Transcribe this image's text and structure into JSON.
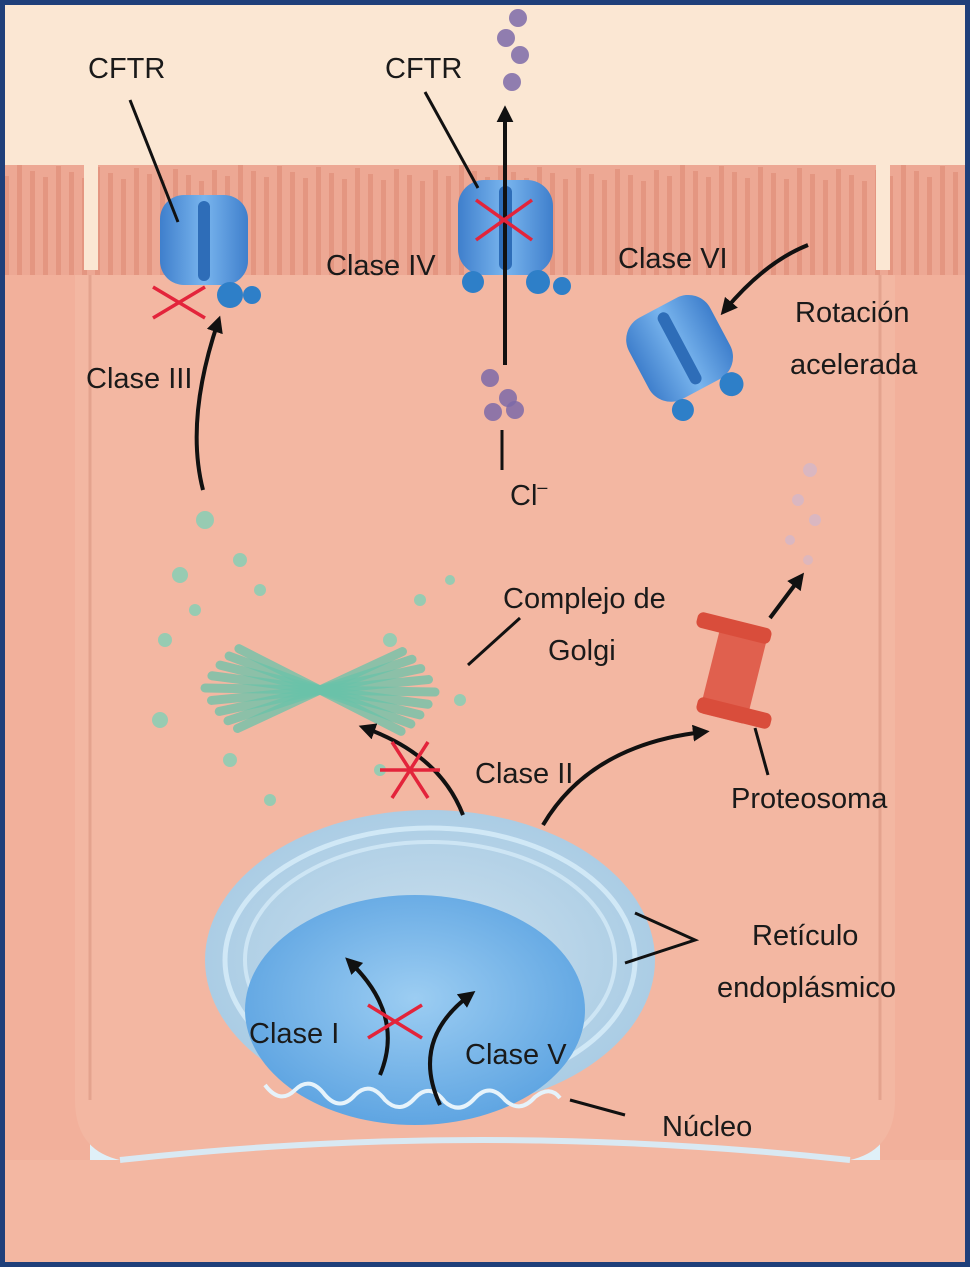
{
  "labels": {
    "cftr_left": "CFTR",
    "cftr_center": "CFTR",
    "clase_iii": "Clase III",
    "clase_iv": "Clase IV",
    "clase_vi": "Clase VI",
    "rotacion_line1": "Rotación",
    "rotacion_line2": "acelerada",
    "chloride": "Cl",
    "chloride_charge": "–",
    "golgi_line1": "Complejo de",
    "golgi_line2": "Golgi",
    "clase_ii": "Clase II",
    "proteosoma": "Proteosoma",
    "reticulo_line1": "Retículo",
    "reticulo_line2": "endoplásmico",
    "clase_i": "Clase I",
    "clase_v": "Clase V",
    "nucleo": "Núcleo"
  },
  "colors": {
    "frame": "#1f3f7a",
    "cell_fill": "#f3b7a2",
    "cell_border": "#e3a08b",
    "microvilli": "#e89e8a",
    "extracellular": "#fbe7d3",
    "basal_space": "#dff0f8",
    "channel": "#5b9fe0",
    "channel_dark": "#2e6db8",
    "golgi": "#69c4ab",
    "er": "#a9d3ee",
    "nucleus": "#6aaee6",
    "proteasome": "#e0604e",
    "ion": "#7c6aa8",
    "block_mark": "#e3243b",
    "arrow": "#111111"
  }
}
